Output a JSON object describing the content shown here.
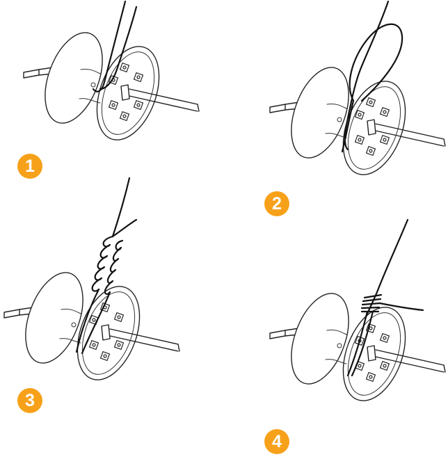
{
  "theme": {
    "accent": "#f7a11a"
  },
  "steps": [
    {
      "number": "1"
    },
    {
      "number": "2"
    },
    {
      "number": "3"
    },
    {
      "number": "4"
    }
  ]
}
